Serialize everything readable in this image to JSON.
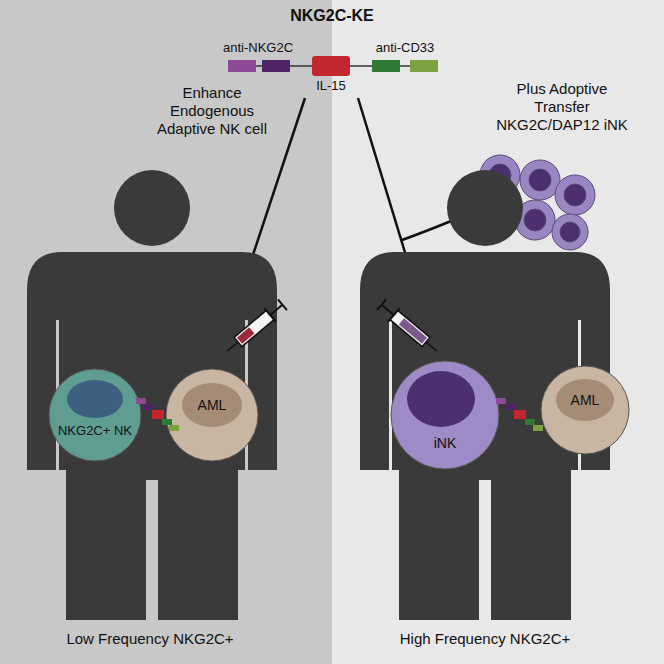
{
  "diagram": {
    "title": "NKG2C-KE",
    "nodes": [
      {
        "text": [
          "NKG2C+ NK"
        ]
      },
      {
        "text": [
          "AML"
        ]
      },
      {
        "text": [
          "iNK"
        ]
      },
      {
        "text": [
          "AML"
        ]
      }
    ],
    "labels": [
      "anti-NKG2C",
      "IL-15",
      "anti-CD33",
      "Enhance Endogenous Adaptive NK cell",
      "Plus Adoptive Transfer NKG2C/DAP12 iNK",
      "Low Frequency NKG2C+",
      "High Frequency NKG2C+"
    ]
  }
}
